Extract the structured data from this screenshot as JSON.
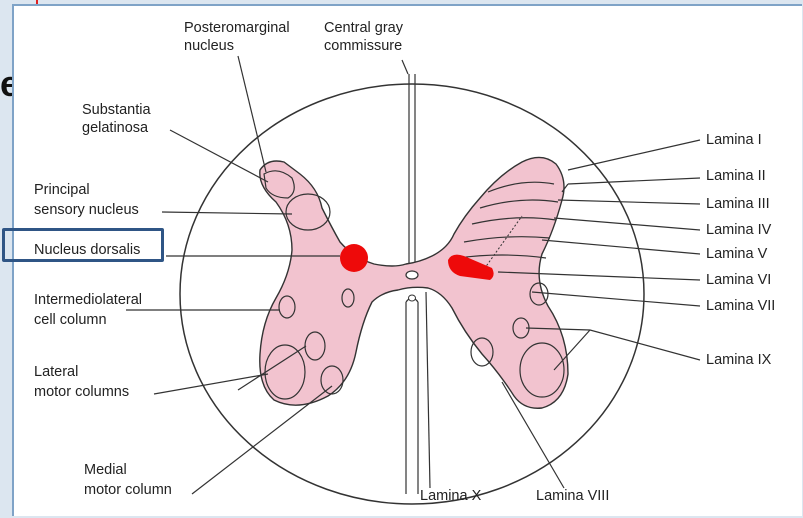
{
  "slide_fragment_char": "e",
  "labels": {
    "posteromarginal": [
      "Posteromarginal",
      "nucleus"
    ],
    "central_gray": [
      "Central gray",
      "commissure"
    ],
    "substantia": [
      "Substantia",
      "gelatinosa"
    ],
    "principal": [
      "Principal",
      "sensory nucleus"
    ],
    "dorsalis": "Nucleus dorsalis",
    "intermediolateral": [
      "Intermediolateral",
      "cell column"
    ],
    "lateral_motor": [
      "Lateral",
      "motor columns"
    ],
    "medial_motor": [
      "Medial",
      "motor column"
    ],
    "lamina_x": "Lamina X",
    "lamina_viii": "Lamina VIII",
    "lamina_right": [
      "Lamina I",
      "Lamina II",
      "Lamina III",
      "Lamina IV",
      "Lamina V",
      "Lamina VI",
      "Lamina VII",
      "Lamina IX"
    ]
  },
  "colors": {
    "gray_matter": "#f2c3cf",
    "outline": "#333333",
    "highlight_red": "#ee0a0a",
    "highlight_box": "#2f5585"
  }
}
